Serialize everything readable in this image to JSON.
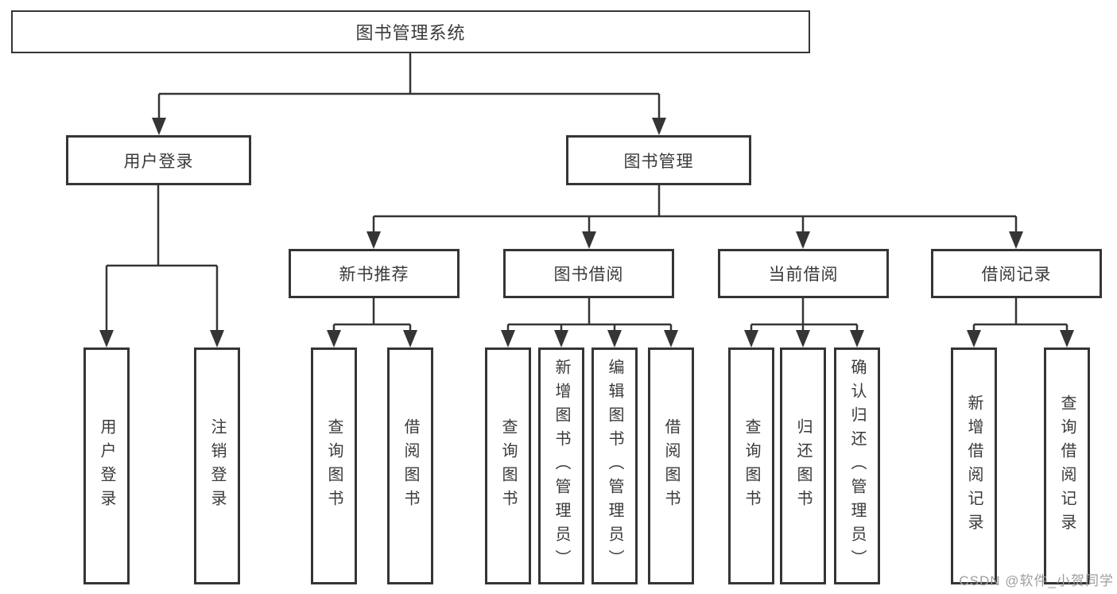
{
  "diagram": {
    "root": {
      "label": "图书管理系统"
    },
    "level2": {
      "login": {
        "label": "用户登录"
      },
      "management": {
        "label": "图书管理"
      }
    },
    "level3": {
      "new_book": {
        "label": "新书推荐"
      },
      "book_borrow": {
        "label": "图书借阅"
      },
      "current_borrow": {
        "label": "当前借阅"
      },
      "borrow_record": {
        "label": "借阅记录"
      }
    },
    "leaves": {
      "user_login": {
        "label": "用户登录"
      },
      "logout": {
        "label": "注销登录"
      },
      "newbook_query": {
        "label": "查询图书"
      },
      "newbook_borrow": {
        "label": "借阅图书"
      },
      "borrow_query": {
        "label": "查询图书"
      },
      "borrow_add": {
        "label": "新增图书（管理员）"
      },
      "borrow_edit": {
        "label": "编辑图书（管理员）"
      },
      "borrow_borrow": {
        "label": "借阅图书"
      },
      "current_query": {
        "label": "查询图书"
      },
      "current_return": {
        "label": "归还图书"
      },
      "current_confirm": {
        "label": "确认归还（管理员）"
      },
      "record_add": {
        "label": "新增借阅记录"
      },
      "record_query": {
        "label": "查询借阅记录"
      }
    }
  },
  "watermark": {
    "text": "CSDN @软件_小贺同学"
  },
  "colors": {
    "line": "#353535",
    "box_fill": "#ffffff",
    "text": "#3a3a3a",
    "background": "#ffffff",
    "watermark": "#9e9e9e"
  }
}
